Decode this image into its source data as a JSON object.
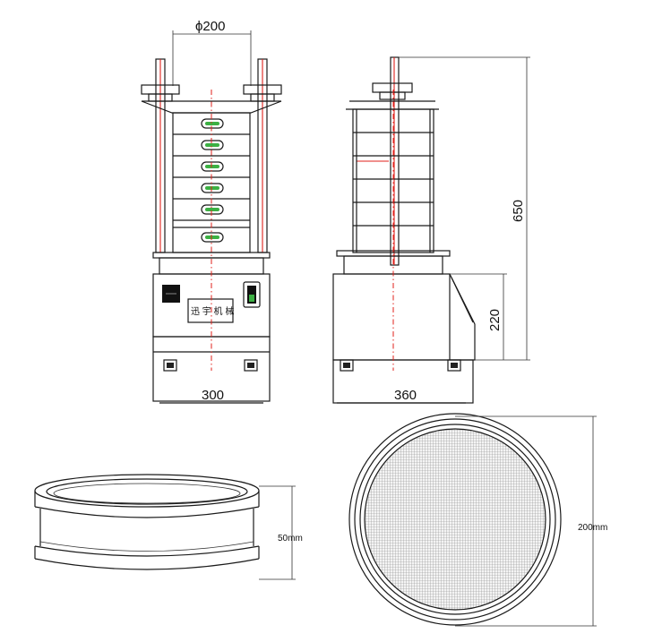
{
  "front_view": {
    "diameter_label": "ϕ200",
    "width_label": "300",
    "panel_label": "迅 宇 机 械"
  },
  "side_view": {
    "height_label": "650",
    "base_height_label": "220",
    "width_label": "360"
  },
  "sieve_side": {
    "height_label": "50mm"
  },
  "sieve_top": {
    "diameter_label": "200mm"
  },
  "colors": {
    "line": "#1a1a1a",
    "centerline": "#e0211b",
    "indicator": "#3cb043"
  }
}
